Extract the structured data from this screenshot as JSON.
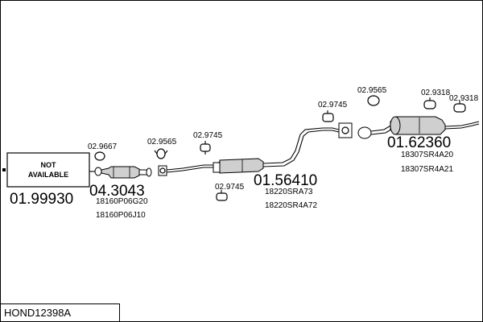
{
  "diagram_code": "HOND12398A",
  "not_available": {
    "line1": "NOT",
    "line2": "AVAILABLE",
    "number": "01.99930"
  },
  "front_pipe": {
    "number": "04.3043",
    "oem": [
      "18160P06G20",
      "18160P06J10"
    ]
  },
  "center_silencer": {
    "number": "01.56410",
    "oem": [
      "18220SRA73",
      "18220SR4A72"
    ]
  },
  "rear_silencer": {
    "number": "01.62360",
    "oem": [
      "18307SR4A20",
      "18307SR4A21"
    ]
  },
  "accessories": {
    "gasket_front": "02.9667",
    "clamp_front": "02.9565",
    "hanger_mid_top": "02.9745",
    "hanger_mid_bottom": "02.9745",
    "hanger_rear_left": "02.9745",
    "gasket_rear": "02.9565",
    "hanger_rear_a": "02.9318",
    "hanger_rear_b": "02.9318"
  }
}
